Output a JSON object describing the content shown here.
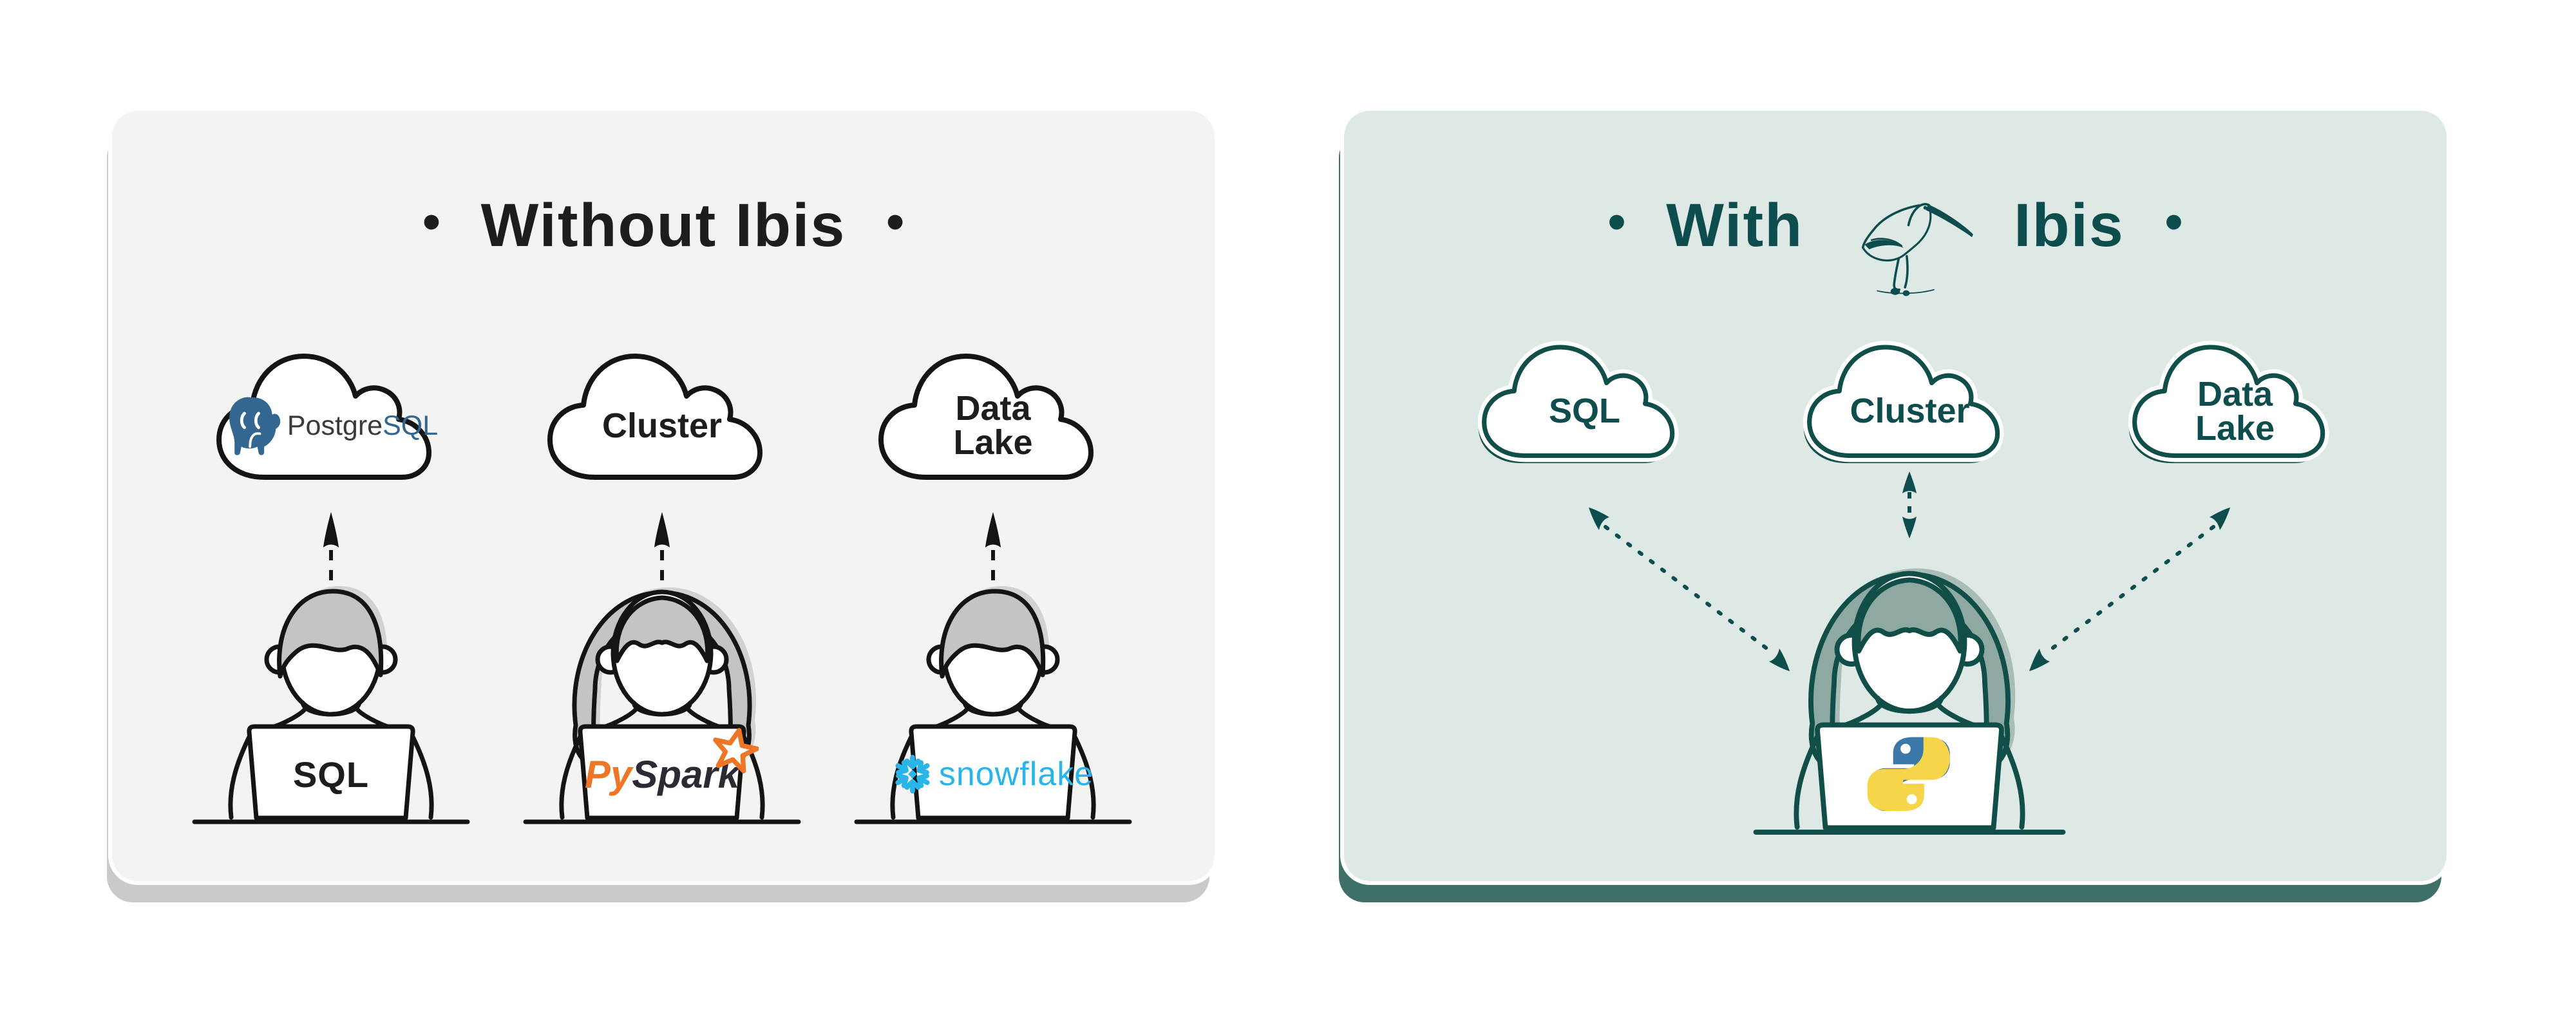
{
  "left_panel": {
    "bullet": "•",
    "title": "Without Ibis",
    "bg": "#f3f3f2",
    "shadow_color": "#cacac9",
    "text_color": "#1d1d1b",
    "clouds": [
      {
        "label_prefix": "Postgre",
        "label_suffix": "SQL",
        "logo": "postgresql-elephant-icon",
        "prefix_color": "#3a3a3a",
        "suffix_color": "#336791"
      },
      {
        "label": "Cluster"
      },
      {
        "label": "Data Lake"
      }
    ],
    "workers": [
      {
        "laptop_label": "SQL"
      },
      {
        "laptop_label_py": "Py",
        "laptop_label_spark": "Spark",
        "py_color": "#ee7624",
        "spark_color": "#2e2a33",
        "star": "pyspark-star-icon"
      },
      {
        "laptop_label": "snowflake",
        "snowflake_color": "#29b5e8",
        "logo": "snowflake-logo-icon"
      }
    ]
  },
  "right_panel": {
    "bullet": "•",
    "title_prefix": "With",
    "title_suffix": "Ibis",
    "bg": "#dee9e6",
    "shadow_color": "#3e7068",
    "text_color": "#0d4d4d",
    "bird": "ibis-bird-icon",
    "clouds": [
      {
        "label": "SQL"
      },
      {
        "label": "Cluster"
      },
      {
        "label": "Data Lake"
      }
    ],
    "worker": {
      "laptop_logo": "python-logo-icon",
      "python_blue": "#3b77a8",
      "python_yellow": "#f6d54a"
    }
  },
  "figure_colors": {
    "left_outline": "#141414",
    "left_hair": "#c4c4c4",
    "right_outline": "#114e48",
    "right_hair": "#8ea9a2"
  }
}
